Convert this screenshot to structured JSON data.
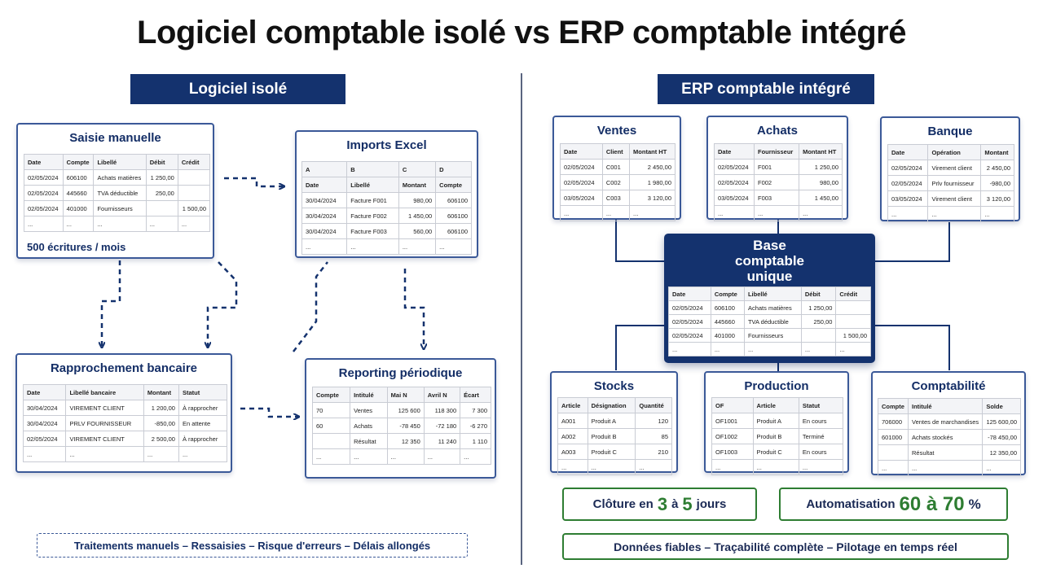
{
  "title": "Logiciel comptable isolé vs ERP comptable intégré",
  "left": {
    "header": "Logiciel isolé",
    "saisie": {
      "title": "Saisie manuelle",
      "headers": [
        "Date",
        "Compte",
        "Libellé",
        "Débit",
        "Crédit"
      ],
      "rows": [
        [
          "02/05/2024",
          "606100",
          "Achats matières",
          "1 250,00",
          ""
        ],
        [
          "02/05/2024",
          "445660",
          "TVA déductible",
          "250,00",
          ""
        ],
        [
          "02/05/2024",
          "401000",
          "Fournisseurs",
          "",
          "1 500,00"
        ],
        [
          "...",
          "...",
          "...",
          "...",
          "..."
        ]
      ],
      "note": "500 écritures / mois"
    },
    "imports": {
      "title": "Imports Excel",
      "letters": [
        "A",
        "B",
        "C",
        "D"
      ],
      "headers": [
        "Date",
        "Libellé",
        "Montant",
        "Compte"
      ],
      "rows": [
        [
          "30/04/2024",
          "Facture F001",
          "980,00",
          "606100"
        ],
        [
          "30/04/2024",
          "Facture F002",
          "1 450,00",
          "606100"
        ],
        [
          "30/04/2024",
          "Facture F003",
          "560,00",
          "606100"
        ],
        [
          "...",
          "...",
          "...",
          "..."
        ]
      ]
    },
    "rapprochement": {
      "title": "Rapprochement bancaire",
      "headers": [
        "Date",
        "Libellé bancaire",
        "Montant",
        "Statut"
      ],
      "rows": [
        [
          "30/04/2024",
          "VIREMENT CLIENT",
          "1 200,00",
          "À rapprocher"
        ],
        [
          "30/04/2024",
          "PRLV FOURNISSEUR",
          "-850,00",
          "En attente"
        ],
        [
          "02/05/2024",
          "VIREMENT CLIENT",
          "2 500,00",
          "À rapprocher"
        ],
        [
          "...",
          "...",
          "...",
          "..."
        ]
      ]
    },
    "reporting": {
      "title": "Reporting périodique",
      "headers": [
        "Compte",
        "Intitulé",
        "Mai N",
        "Avril N",
        "Écart"
      ],
      "rows": [
        [
          "70",
          "Ventes",
          "125 600",
          "118 300",
          "7 300"
        ],
        [
          "60",
          "Achats",
          "-78 450",
          "-72 180",
          "-6 270"
        ],
        [
          "",
          "Résultat",
          "12 350",
          "11 240",
          "1 110"
        ],
        [
          "...",
          "...",
          "...",
          "...",
          "..."
        ]
      ]
    },
    "footer": "Traitements manuels – Ressaisies – Risque d'erreurs – Délais allongés"
  },
  "right": {
    "header": "ERP comptable intégré",
    "ventes": {
      "title": "Ventes",
      "headers": [
        "Date",
        "Client",
        "Montant HT"
      ],
      "rows": [
        [
          "02/05/2024",
          "C001",
          "2 450,00"
        ],
        [
          "02/05/2024",
          "C002",
          "1 980,00"
        ],
        [
          "03/05/2024",
          "C003",
          "3 120,00"
        ],
        [
          "...",
          "...",
          "..."
        ]
      ]
    },
    "achats": {
      "title": "Achats",
      "headers": [
        "Date",
        "Fournisseur",
        "Montant HT"
      ],
      "rows": [
        [
          "02/05/2024",
          "F001",
          "1 250,00"
        ],
        [
          "02/05/2024",
          "F002",
          "980,00"
        ],
        [
          "03/05/2024",
          "F003",
          "1 450,00"
        ],
        [
          "...",
          "...",
          "..."
        ]
      ]
    },
    "banque": {
      "title": "Banque",
      "headers": [
        "Date",
        "Opération",
        "Montant"
      ],
      "rows": [
        [
          "02/05/2024",
          "Virement client",
          "2 450,00"
        ],
        [
          "02/05/2024",
          "Prlv fournisseur",
          "-980,00"
        ],
        [
          "03/05/2024",
          "Virement client",
          "3 120,00"
        ],
        [
          "...",
          "...",
          "..."
        ]
      ]
    },
    "base": {
      "title_lines": [
        "Base",
        "comptable",
        "unique"
      ],
      "headers": [
        "Date",
        "Compte",
        "Libellé",
        "Débit",
        "Crédit"
      ],
      "rows": [
        [
          "02/05/2024",
          "606100",
          "Achats matières",
          "1 250,00",
          ""
        ],
        [
          "02/05/2024",
          "445660",
          "TVA déductible",
          "250,00",
          ""
        ],
        [
          "02/05/2024",
          "401000",
          "Fournisseurs",
          "",
          "1 500,00"
        ],
        [
          "...",
          "...",
          "...",
          "...",
          "..."
        ]
      ]
    },
    "stocks": {
      "title": "Stocks",
      "headers": [
        "Article",
        "Désignation",
        "Quantité"
      ],
      "rows": [
        [
          "A001",
          "Produit A",
          "120"
        ],
        [
          "A002",
          "Produit B",
          "85"
        ],
        [
          "A003",
          "Produit C",
          "210"
        ],
        [
          "...",
          "...",
          "..."
        ]
      ]
    },
    "production": {
      "title": "Production",
      "headers": [
        "OF",
        "Article",
        "Statut"
      ],
      "rows": [
        [
          "OF1001",
          "Produit A",
          "En cours"
        ],
        [
          "OF1002",
          "Produit B",
          "Terminé"
        ],
        [
          "OF1003",
          "Produit C",
          "En cours"
        ],
        [
          "...",
          "...",
          "..."
        ]
      ]
    },
    "comptabilite": {
      "title": "Comptabilité",
      "headers": [
        "Compte",
        "Intitulé",
        "Solde"
      ],
      "rows": [
        [
          "706000",
          "Ventes de marchandises",
          "125 600,00"
        ],
        [
          "601000",
          "Achats stockés",
          "-78 450,00"
        ],
        [
          "",
          "Résultat",
          "12 350,00"
        ],
        [
          "...",
          "...",
          "..."
        ]
      ]
    },
    "cloture": {
      "prefix": "Clôture en",
      "from": "3",
      "mid": "à",
      "to": "5",
      "suffix": "jours"
    },
    "automatisation": {
      "prefix": "Automatisation",
      "value": "60 à 70",
      "suffix": "%"
    },
    "footer": "Données fiables – Traçabilité complète – Pilotage en temps réel"
  },
  "colors": {
    "navy": "#14326e",
    "green": "#2e7d32",
    "border": "#3b5998"
  }
}
